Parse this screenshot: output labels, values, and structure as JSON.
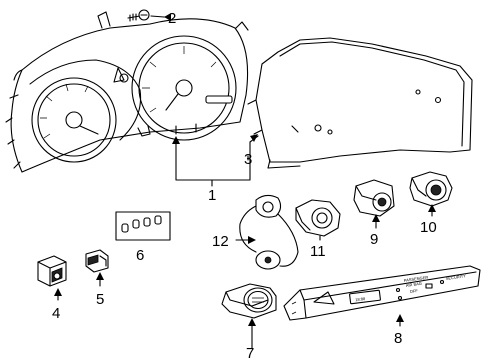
{
  "callouts": [
    {
      "number": "1",
      "part": "combination-meter-assembly"
    },
    {
      "number": "2",
      "part": "screw"
    },
    {
      "number": "3",
      "part": "meter-lens"
    },
    {
      "number": "4",
      "part": "switch"
    },
    {
      "number": "5",
      "part": "switch"
    },
    {
      "number": "6",
      "part": "bulbs"
    },
    {
      "number": "7",
      "part": "push-start-switch"
    },
    {
      "number": "8",
      "part": "hazard-switch-panel"
    },
    {
      "number": "9",
      "part": "switch"
    },
    {
      "number": "10",
      "part": "switch"
    },
    {
      "number": "11",
      "part": "switch"
    },
    {
      "number": "12",
      "part": "harness"
    }
  ],
  "panel_text": {
    "clock": "18:88",
    "line_1": "PASSENGER",
    "line_2": "AIR BAG",
    "line_3": "OFF",
    "security": "SECURITY"
  },
  "colors": {
    "line": "#000000",
    "background": "#ffffff"
  }
}
